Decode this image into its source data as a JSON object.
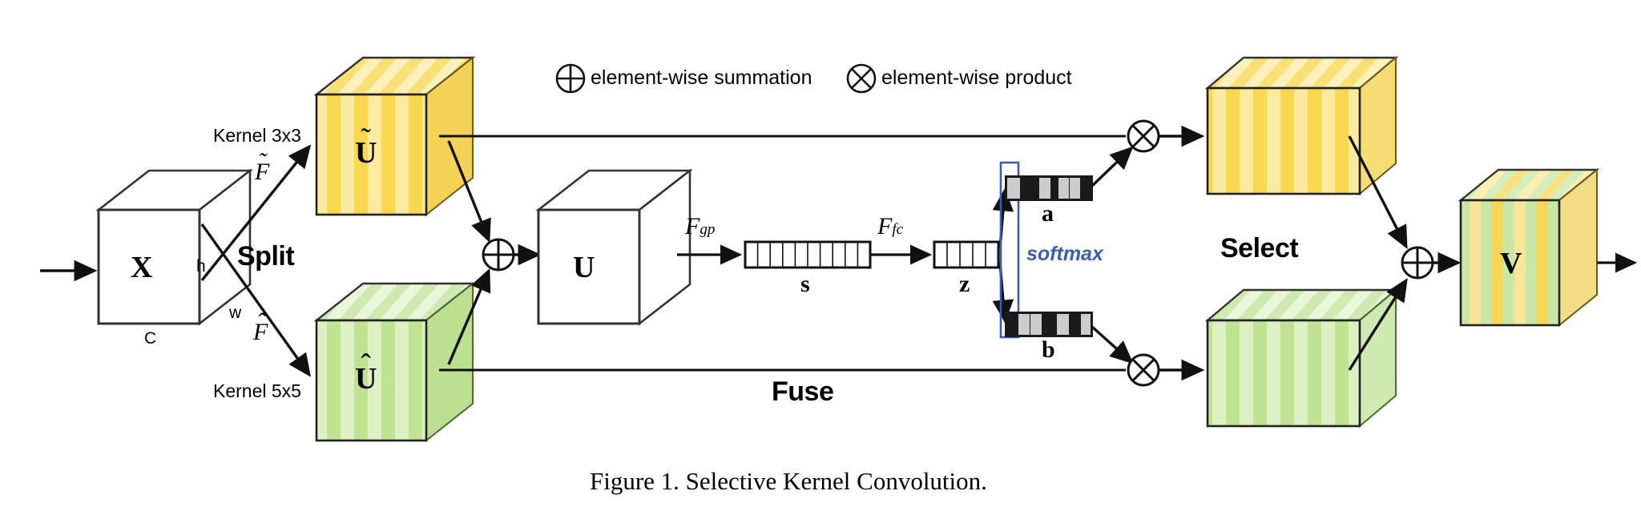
{
  "figure": {
    "caption": "Figure 1. Selective Kernel Convolution."
  },
  "legend": {
    "items": [
      {
        "icon": "circled-plus-icon",
        "symbol": "⊕",
        "label": "element-wise summation"
      },
      {
        "icon": "circled-times-icon",
        "symbol": "⊗",
        "label": "element-wise product"
      }
    ]
  },
  "stages": {
    "split": "Split",
    "fuse": "Fuse",
    "select": "Select"
  },
  "input": {
    "cube_letter": "X",
    "dim_height": "h",
    "dim_width": "w",
    "dim_channels": "C"
  },
  "branches": {
    "top": {
      "kernel_label": "Kernel 3x3",
      "transform": {
        "base": "F",
        "accent": "˜",
        "sub": ""
      },
      "cube_letter": {
        "base": "U",
        "accent": "˜"
      },
      "attention_vector": "a",
      "color": "#f5d84e"
    },
    "bottom": {
      "kernel_label": "Kernel 5x5",
      "transform": {
        "base": "F",
        "accent": "ˆ",
        "sub": ""
      },
      "cube_letter": {
        "base": "U",
        "accent": "ˆ"
      },
      "attention_vector": "b",
      "color": "#b9e08a"
    }
  },
  "fuse": {
    "merged_cube_letter": "U",
    "gp_op": {
      "base": "F",
      "sub": "gp"
    },
    "s_vector_letter": "s",
    "s_vector_cells": 10,
    "fc_op": {
      "base": "F",
      "sub": "fc"
    },
    "z_vector_letter": "z",
    "z_vector_cells": 5,
    "softmax_label": "softmax"
  },
  "select": {
    "output_cube_letter": "V"
  },
  "colors": {
    "yellow_fill": "#f7dd63",
    "yellow_light": "#fdf3bd",
    "yellow_dark": "#f0c828",
    "green_fill": "#c3e59a",
    "green_light": "#e5f4cf",
    "green_dark": "#a9d473",
    "softmax_blue": "#3a5ea8",
    "stroke": "#1a1a1a",
    "vector_dark": "#1a1a1a",
    "vector_gray": "#cccccc"
  },
  "attention_patterns": {
    "a_cells": [
      "gray",
      "dark",
      "dark",
      "gray",
      "dark",
      "dark",
      "gray",
      "gray",
      "dark",
      "dark"
    ],
    "b_cells": [
      "dark",
      "dark",
      "gray",
      "gray",
      "dark",
      "gray",
      "dark",
      "dark",
      "dark",
      "gray"
    ]
  }
}
